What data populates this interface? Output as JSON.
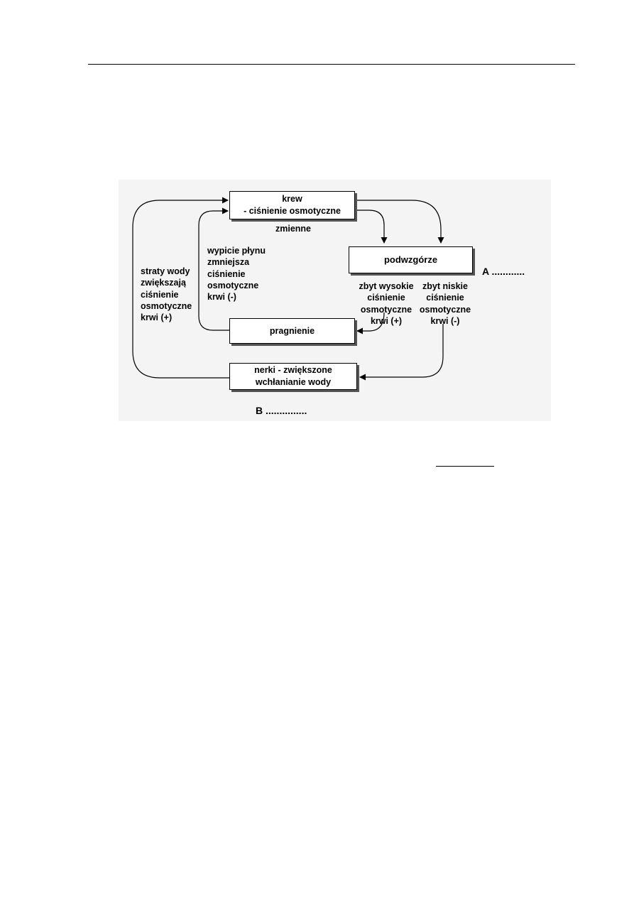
{
  "diagram": {
    "nodes": {
      "krew": "krew\n- ciśnienie osmotyczne",
      "podwzgorze": "podwzgórze",
      "pragnienie": "pragnienie",
      "nerki": "nerki - zwiększone\nwchłanianie wody"
    },
    "labels": {
      "zmienne": "zmienne",
      "wypicie": "wypicie płynu\nzmniejsza\nciśnienie\nosmotyczne\nkrwi (-)",
      "straty": "straty wody\nzwiększają\nciśnienie\nosmotyczne\nkrwi (+)",
      "zbyt_wysokie": "zbyt wysokie\nciśnienie\nosmotyczne\nkrwi (+)",
      "zbyt_niskie": "zbyt niskie\nciśnienie\nosmotyczne\nkrwi (-)",
      "blank_a": "A ............",
      "blank_b": "B ..............."
    }
  }
}
